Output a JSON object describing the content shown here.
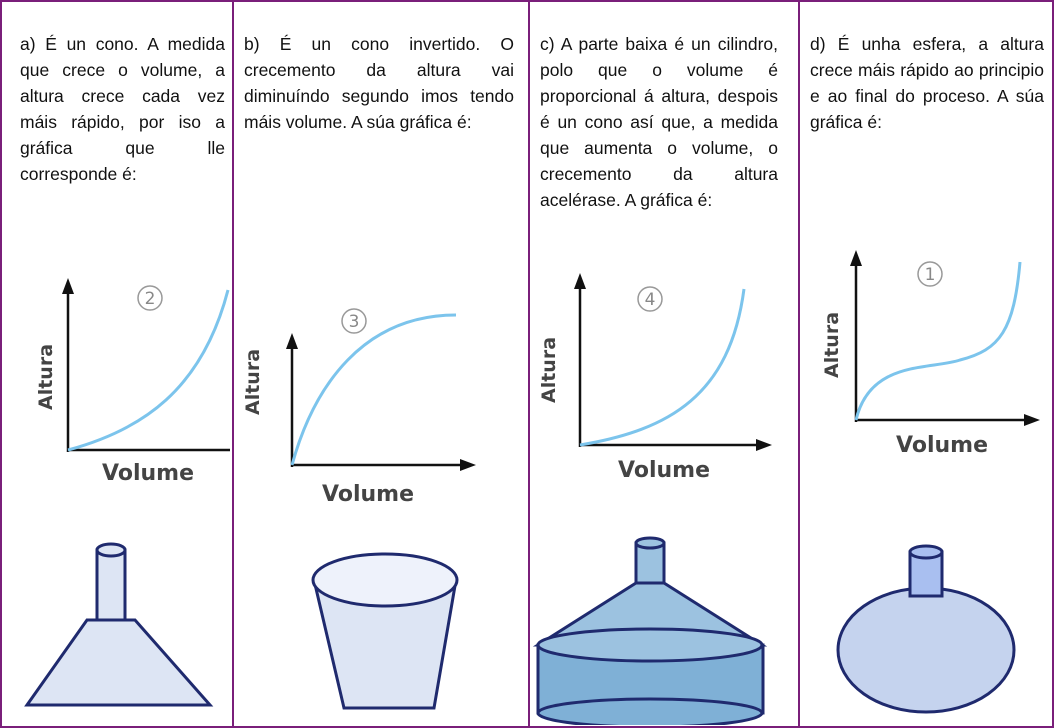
{
  "cells": [
    {
      "id": "a",
      "text": "a) É un cono. A medida que crece o volume, a altura crece cada vez máis rápido, por iso a gráfica que lle corresponde é:",
      "graph_number": "2",
      "ylabel": "Altura",
      "xlabel": "Volume",
      "vessel": "cone-with-neck"
    },
    {
      "id": "b",
      "text": "b) É un cono invertido. O crecemento da altura vai diminuíndo segundo imos tendo máis volume. A súa gráfica é:",
      "graph_number": "3",
      "ylabel": "Altura",
      "xlabel": "Volume",
      "vessel": "inverted-cone"
    },
    {
      "id": "c",
      "text": "c) A parte baixa é un cilindro, polo que o volume é proporcional á altura, despois é un cono así que, a medida que aumenta o volume, o crecemento da altura acelérase. A gráfica é:",
      "graph_number": "4",
      "ylabel": "Altura",
      "xlabel": "Volume",
      "vessel": "cylinder-cone"
    },
    {
      "id": "d",
      "text": "d) É unha esfera, a altura crece máis rápido ao principio e ao final do proceso. A súa gráfica é:",
      "graph_number": "1",
      "ylabel": "Altura",
      "xlabel": "Volume",
      "vessel": "sphere-with-neck"
    }
  ],
  "colors": {
    "border": "#7a1f7a",
    "curve": "#7cc4ec",
    "vessel_fill": "#dde5f4",
    "vessel_stroke": "#1f2a6e"
  }
}
